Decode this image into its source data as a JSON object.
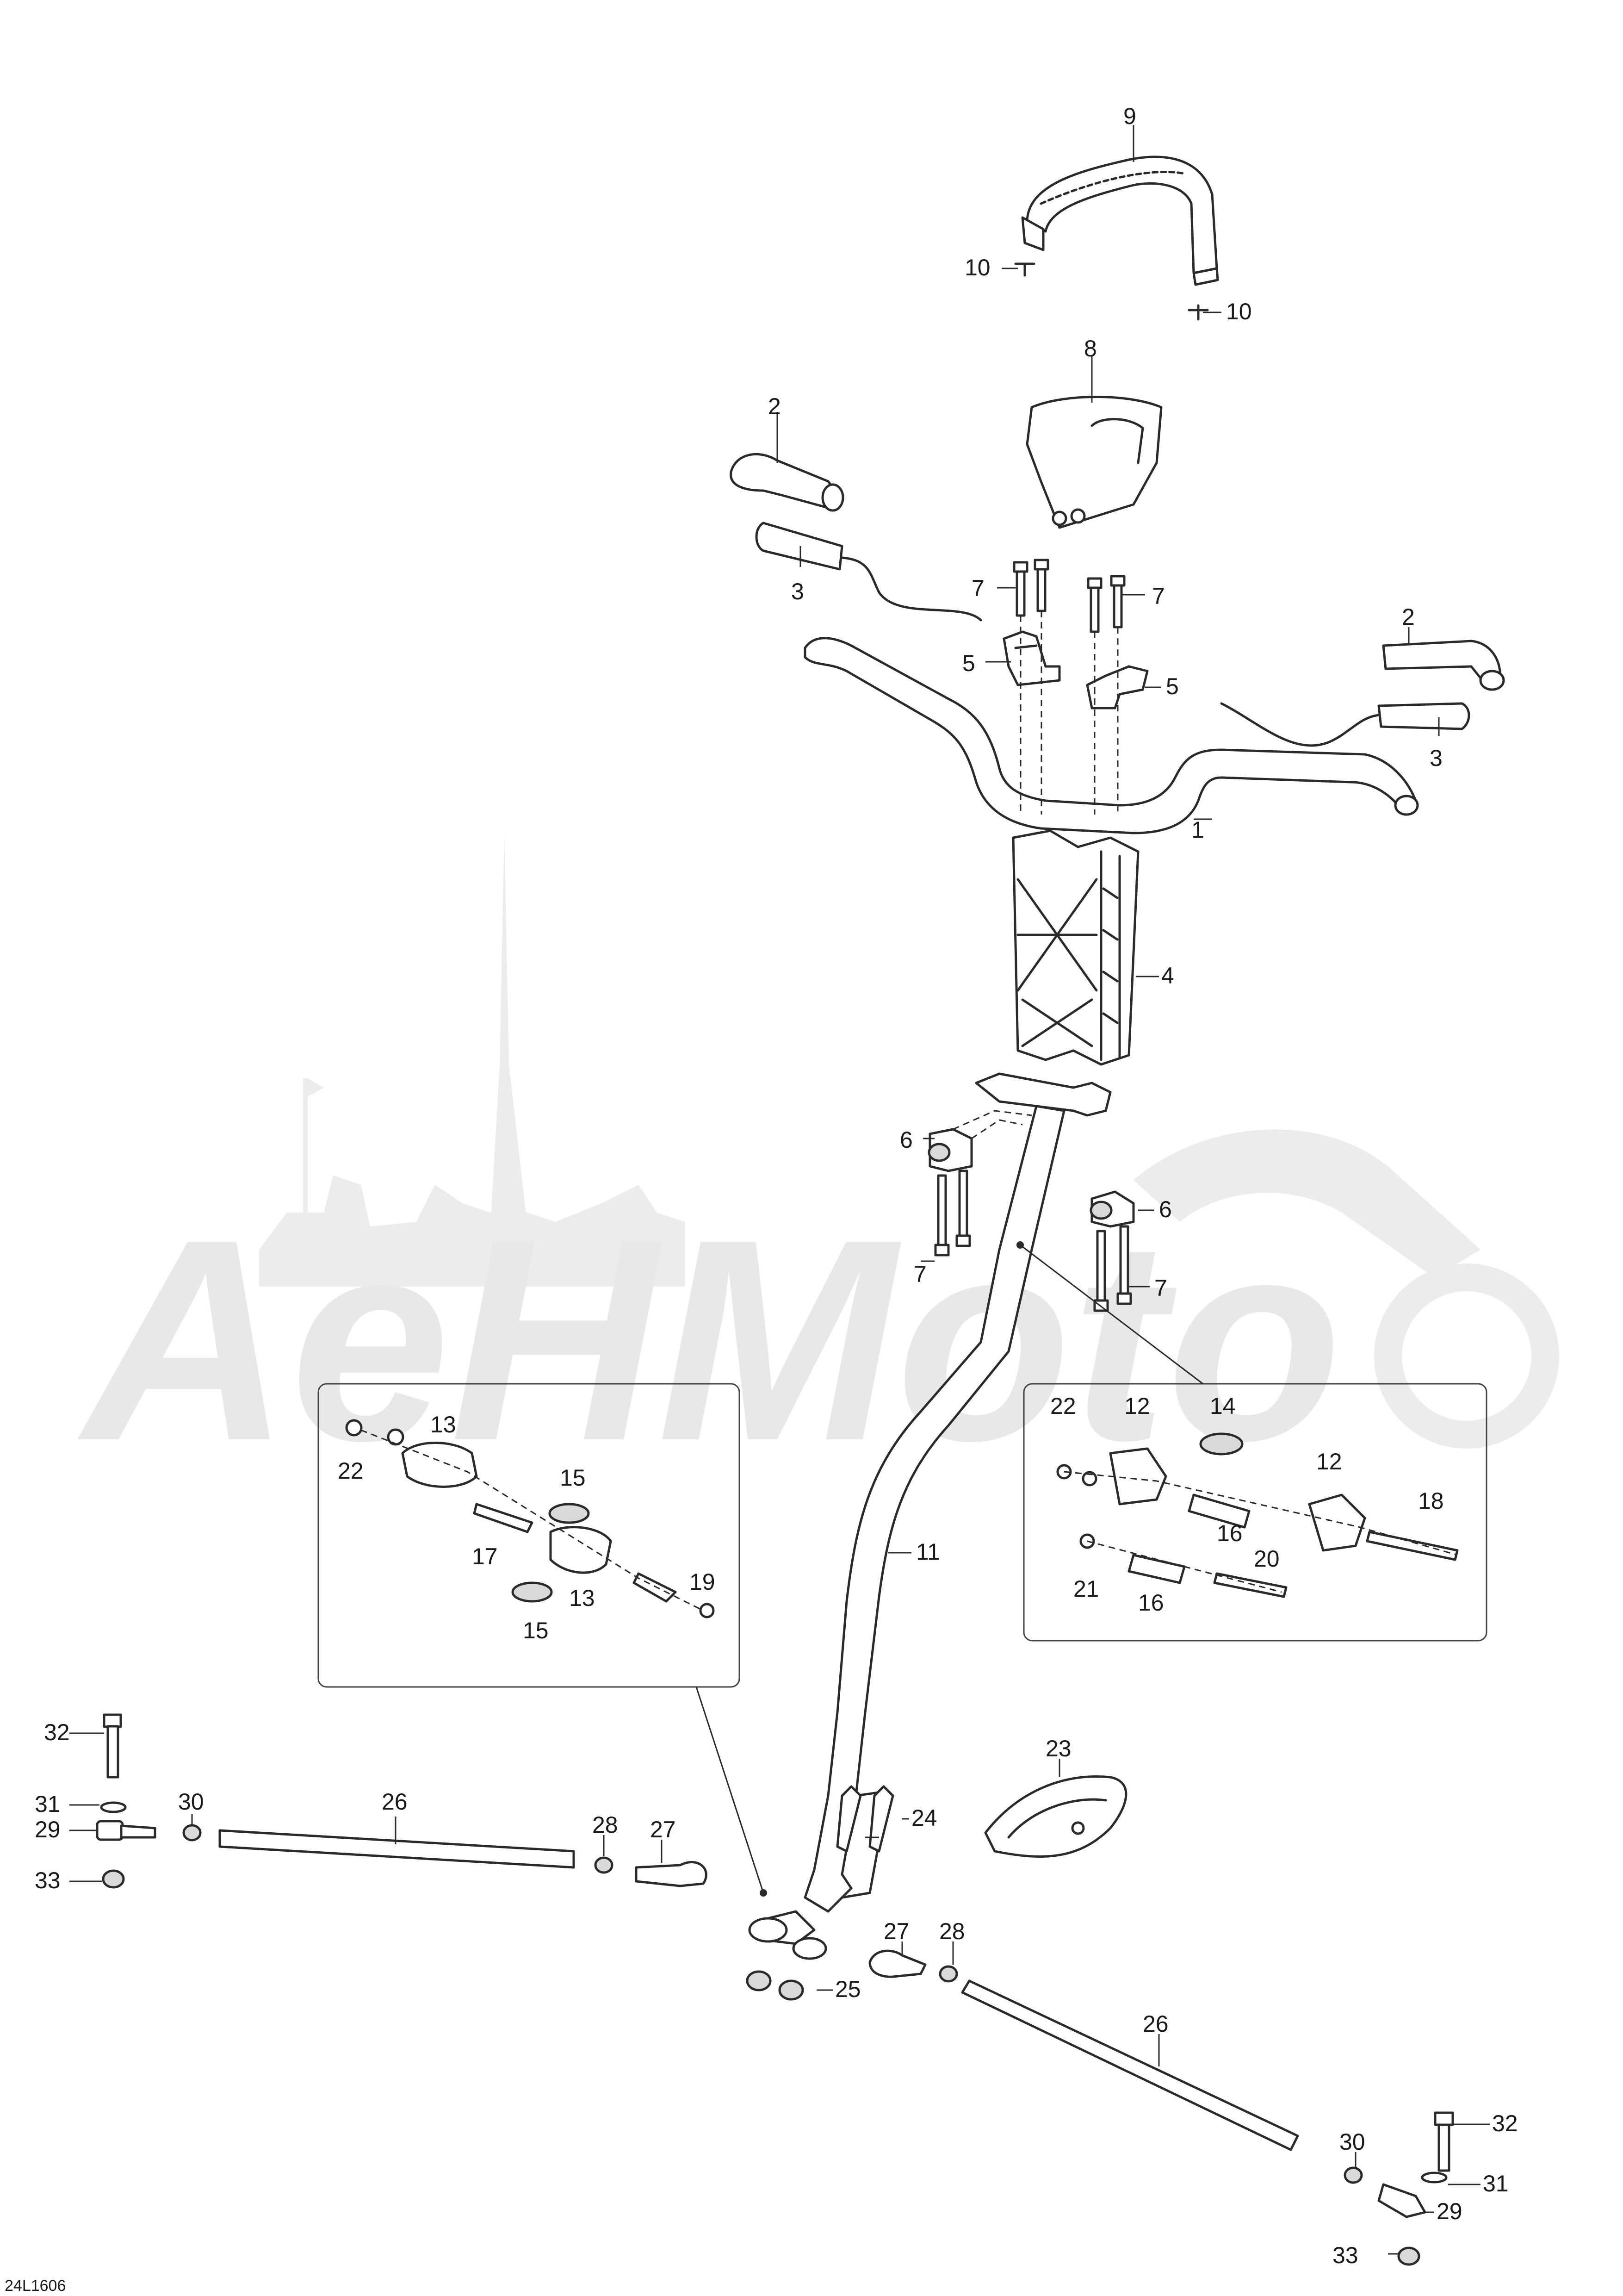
{
  "watermark": "AeHMoto",
  "diagram_code": "24L1606",
  "callouts": [
    {
      "id": "c9",
      "text": "9"
    },
    {
      "id": "c10a",
      "text": "10"
    },
    {
      "id": "c10b",
      "text": "10"
    },
    {
      "id": "c8",
      "text": "8"
    },
    {
      "id": "c2a",
      "text": "2"
    },
    {
      "id": "c2b",
      "text": "2"
    },
    {
      "id": "c3a",
      "text": "3"
    },
    {
      "id": "c3b",
      "text": "3"
    },
    {
      "id": "c7a",
      "text": "7"
    },
    {
      "id": "c7b",
      "text": "7"
    },
    {
      "id": "c7c",
      "text": "7"
    },
    {
      "id": "c7d",
      "text": "7"
    },
    {
      "id": "c5a",
      "text": "5"
    },
    {
      "id": "c5b",
      "text": "5"
    },
    {
      "id": "c1",
      "text": "1"
    },
    {
      "id": "c4",
      "text": "4"
    },
    {
      "id": "c6a",
      "text": "6"
    },
    {
      "id": "c6b",
      "text": "6"
    },
    {
      "id": "c22a",
      "text": "22"
    },
    {
      "id": "c13a",
      "text": "13"
    },
    {
      "id": "c15a",
      "text": "15"
    },
    {
      "id": "c17",
      "text": "17"
    },
    {
      "id": "c13b",
      "text": "13"
    },
    {
      "id": "c15b",
      "text": "15"
    },
    {
      "id": "c19",
      "text": "19"
    },
    {
      "id": "c22b",
      "text": "22"
    },
    {
      "id": "c12a",
      "text": "12"
    },
    {
      "id": "c14",
      "text": "14"
    },
    {
      "id": "c12b",
      "text": "12"
    },
    {
      "id": "c16a",
      "text": "16"
    },
    {
      "id": "c18",
      "text": "18"
    },
    {
      "id": "c21",
      "text": "21"
    },
    {
      "id": "c16b",
      "text": "16"
    },
    {
      "id": "c20",
      "text": "20"
    },
    {
      "id": "c11",
      "text": "11"
    },
    {
      "id": "c32a",
      "text": "32"
    },
    {
      "id": "c31a",
      "text": "31"
    },
    {
      "id": "c29a",
      "text": "29"
    },
    {
      "id": "c33a",
      "text": "33"
    },
    {
      "id": "c30a",
      "text": "30"
    },
    {
      "id": "c26a",
      "text": "26"
    },
    {
      "id": "c28a",
      "text": "28"
    },
    {
      "id": "c27a",
      "text": "27"
    },
    {
      "id": "c23",
      "text": "23"
    },
    {
      "id": "c24",
      "text": "24"
    },
    {
      "id": "c27b",
      "text": "27"
    },
    {
      "id": "c28b",
      "text": "28"
    },
    {
      "id": "c25",
      "text": "25"
    },
    {
      "id": "c26b",
      "text": "26"
    },
    {
      "id": "c30b",
      "text": "30"
    },
    {
      "id": "c32b",
      "text": "32"
    },
    {
      "id": "c31b",
      "text": "31"
    },
    {
      "id": "c29b",
      "text": "29"
    },
    {
      "id": "c33b",
      "text": "33"
    }
  ]
}
